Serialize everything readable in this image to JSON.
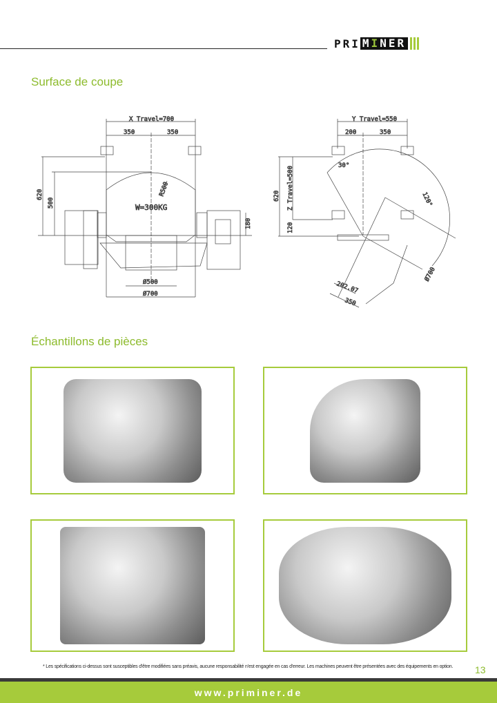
{
  "header": {
    "logo_text_left": "PRI",
    "logo_text_mid_pre": "M",
    "logo_text_mid_accent": "I",
    "logo_text_mid_post": "NER"
  },
  "section1": {
    "title": "Surface de coupe"
  },
  "diagram_left": {
    "x_travel": "X Travel=700",
    "left_half": "350",
    "right_half": "350",
    "height_total": "620",
    "height_arc": "500",
    "radius": "R500",
    "weight": "W=300KG",
    "side_height": "180",
    "diam_inner": "Ø500",
    "diam_outer": "Ø700"
  },
  "diagram_right": {
    "y_travel": "Y Travel=550",
    "left_part": "200",
    "right_part": "350",
    "height_total": "620",
    "z_travel": "Z Travel=500",
    "lower": "120",
    "angle_a": "30°",
    "angle_b": "120°",
    "diam": "Ø700",
    "dim_a": "202.07",
    "dim_b": "350"
  },
  "section2": {
    "title": "Échantillons de pièces"
  },
  "footer": {
    "note": "* Les spécifications ci-dessus sont susceptibles d'être modifiées sans préavis, aucune responsabilité n'est engagée en cas d'erreur. Les machines peuvent être présentées avec des équipements en option.",
    "page_number": "13",
    "website": "www.priminer.de"
  },
  "colors": {
    "accent": "#a6cb3b",
    "dark": "#3a3a3a"
  }
}
